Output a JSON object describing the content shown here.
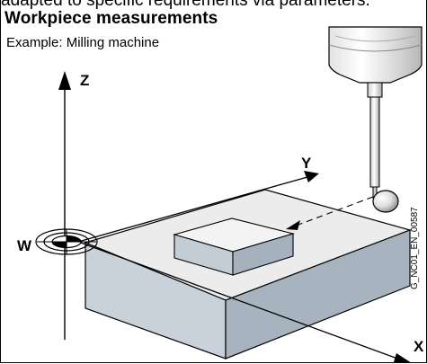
{
  "header": {
    "cut_text": "adapted to specific requirements via parameters.",
    "title": "Workpiece measurements",
    "subtitle": "Example: Milling machine"
  },
  "diagram": {
    "axis_z": "Z",
    "axis_y": "Y",
    "axis_x": "X",
    "origin_w": "W",
    "drawing_code": "G_NC01_EN_00587"
  },
  "colors": {
    "top_face": "#ececec",
    "front_face": "#c9d2da",
    "side_face": "#a7b4c0",
    "probe_light": "#f1f1f1",
    "probe_mid": "#d8d8d8",
    "line": "#000000"
  }
}
